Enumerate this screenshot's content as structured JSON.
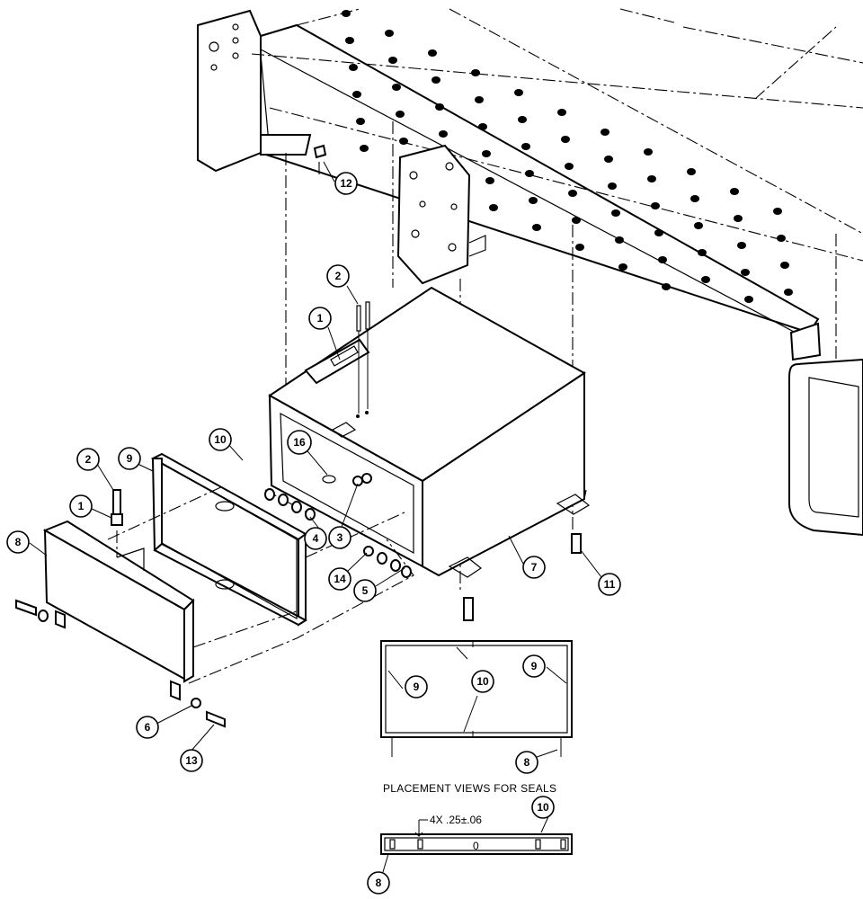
{
  "caption": "PLACEMENT VIEWS FOR SEALS",
  "dimension_note": "4X .25±.06",
  "seal_mark": "0",
  "balloons": {
    "b12": "12",
    "b2_top": "2",
    "b1_top": "1",
    "b16": "16",
    "b10_top": "10",
    "b9_left": "9",
    "b2_left": "2",
    "b1_left": "1",
    "b8_left": "8",
    "b4": "4",
    "b3": "3",
    "b14": "14",
    "b5": "5",
    "b7": "7",
    "b11": "11",
    "b6": "6",
    "b13": "13",
    "b9_view_left": "9",
    "b10_view": "10",
    "b9_view_right": "9",
    "b8_view": "8",
    "b10_bottom": "10",
    "b8_bottom": "8"
  }
}
